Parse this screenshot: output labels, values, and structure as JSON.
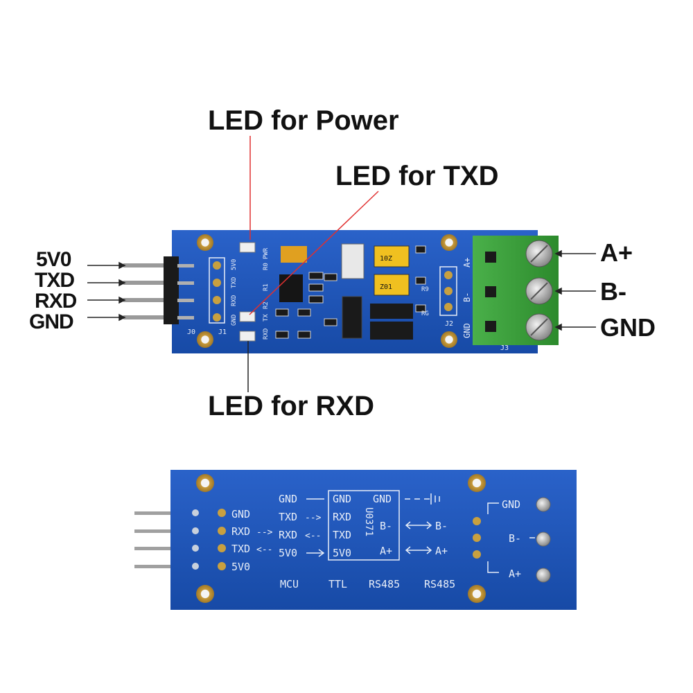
{
  "callouts": {
    "led_power": "LED for Power",
    "led_txd": "LED for TXD",
    "led_rxd": "LED for RXD"
  },
  "left_pins": [
    "5V0",
    "TXD",
    "RXD",
    "GND"
  ],
  "terminal_labels": [
    "A+",
    "B-",
    "GND"
  ],
  "top_board_silkscreen": {
    "headers": [
      "J0",
      "J1",
      "J2",
      "J3"
    ],
    "j1_pins": [
      "GND",
      "RXD",
      "TXD",
      "5V0"
    ],
    "led_row": [
      "PWR",
      "R0",
      "R1",
      "TX",
      "R2",
      "RXD"
    ],
    "j2_pins": [
      "GND",
      "B-",
      "A+"
    ],
    "resistors": [
      "R9",
      "RG"
    ],
    "zener_marks": [
      "Z01",
      "10Z"
    ]
  },
  "bottom_board_silkscreen": {
    "mcu_pins": [
      "GND",
      "RXD",
      "TXD",
      "5V0"
    ],
    "mcu_signals": [
      "GND",
      "TXD",
      "RXD",
      "5V0"
    ],
    "ttl_pins": [
      "GND",
      "RXD",
      "TXD",
      "5V0"
    ],
    "chip_label": "U0371",
    "rs485_pins": [
      "GND",
      "B-",
      "A+"
    ],
    "rs485_out": [
      "B-",
      "A+"
    ],
    "terminal_out": [
      "GND",
      "B-",
      "A+"
    ],
    "section_labels": [
      "MCU",
      "TTL",
      "RS485",
      "RS485"
    ]
  },
  "colors": {
    "pcb_blue": "#1f52b8",
    "pcb_dark": "#153f92",
    "terminal_green": "#3a9b3a",
    "pointer_red": "#e03030",
    "gold": "#c8a040"
  }
}
